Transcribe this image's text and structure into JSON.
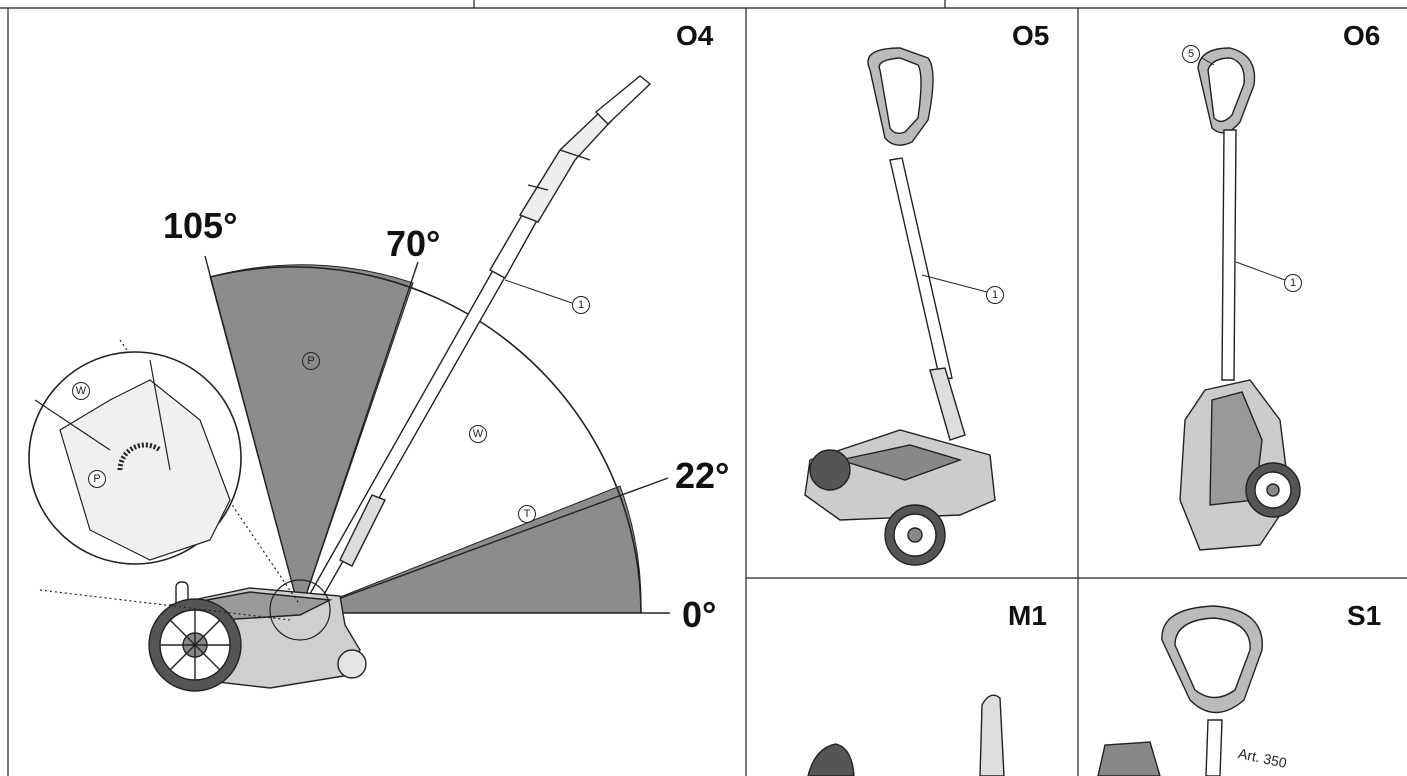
{
  "panels": {
    "o4": {
      "label": "O4",
      "angles": {
        "a105": "105°",
        "a70": "70°",
        "a22": "22°",
        "a0": "0°"
      },
      "zones": {
        "p": "P",
        "w": "W",
        "t": "T"
      },
      "callouts": {
        "handle": "1",
        "inset_w": "W",
        "inset_p": "P"
      }
    },
    "o5": {
      "label": "O5",
      "callouts": {
        "handle": "1"
      }
    },
    "o6": {
      "label": "O6",
      "callouts": {
        "grip": "5",
        "handle": "1"
      }
    },
    "m1": {
      "label": "M1"
    },
    "s1": {
      "label": "S1",
      "text": "Art. 350"
    }
  },
  "colors": {
    "zone_fill": "#8c8c8c",
    "line": "#222222"
  }
}
